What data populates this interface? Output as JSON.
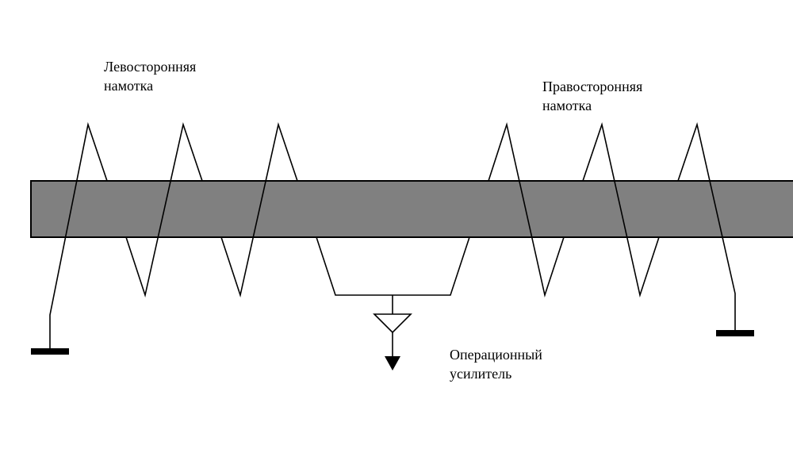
{
  "labels": {
    "left_winding": [
      "Левосторонняя",
      "намотка"
    ],
    "right_winding": [
      "Правосторонняя",
      "намотка"
    ],
    "op_amp": [
      "Операционный",
      "усилитель"
    ]
  },
  "colors": {
    "core": "#808080",
    "line": "#000000",
    "background": "#ffffff"
  }
}
